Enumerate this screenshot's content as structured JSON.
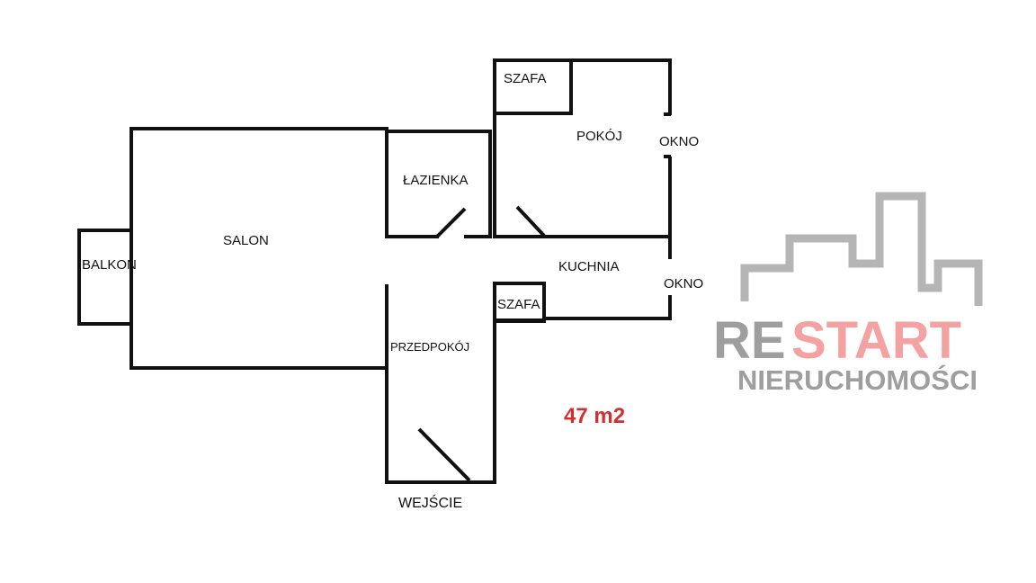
{
  "rooms": {
    "salon": "SALON",
    "balkon": "BALKON",
    "lazienka": "ŁAZIENKA",
    "pokoj": "POKÓJ",
    "szafa_top": "SZAFA",
    "okno_pokoj": "OKNO",
    "kuchnia": "KUCHNIA",
    "okno_kuchnia": "OKNO",
    "szafa_bottom": "SZAFA",
    "przedpokoj": "PRZEDPOKÓJ",
    "wejscie": "WEJŚCIE"
  },
  "area": "47 m2",
  "colors": {
    "wall": "#111111",
    "area": "#d32f2f",
    "logo_grey": "#9e9e9e",
    "logo_red": "#f08080"
  },
  "logo": {
    "part1": "RE",
    "part2": "START",
    "tagline": "NIERUCHOMOŚCI"
  }
}
